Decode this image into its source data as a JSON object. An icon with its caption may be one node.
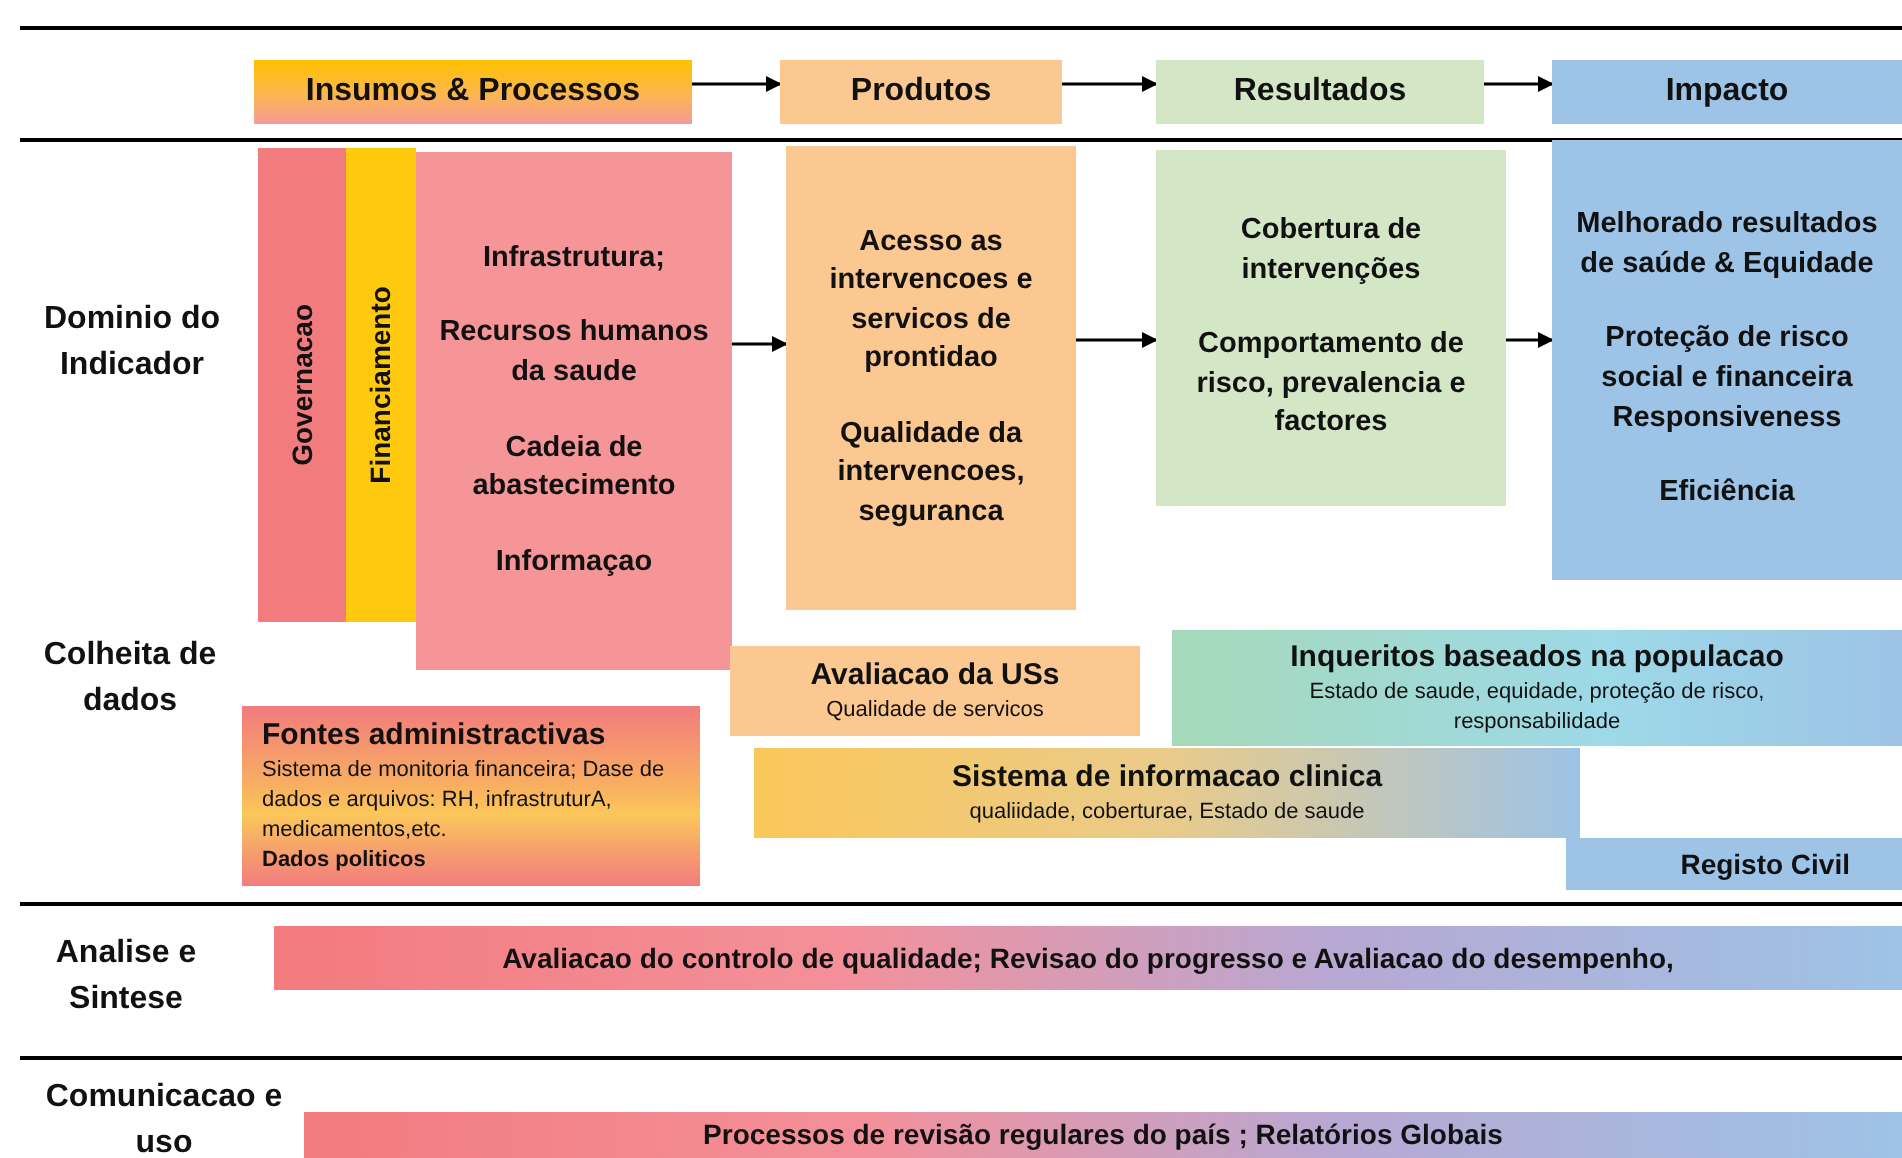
{
  "diagram": {
    "nodes": [
      {
        "text": [
          "Insumos & Processos"
        ]
      },
      {
        "text": [
          "Produtos"
        ]
      },
      {
        "text": [
          "Resultados"
        ]
      },
      {
        "text": [
          "Impacto"
        ]
      },
      {
        "text": [
          "Governacao"
        ]
      },
      {
        "text": [
          "Financiamento"
        ]
      },
      {
        "text": [
          "Infrastrutura;",
          "Recursos humanos da saude",
          "Cadeia de abastecimento",
          "Informaçao"
        ]
      },
      {
        "text": [
          "Acesso as intervencoes e servicos de prontidao",
          "Qualidade da intervencoes, seguranca"
        ]
      },
      {
        "text": [
          "Cobertura de intervenções",
          "Comportamento de risco, prevalencia e factores"
        ]
      },
      {
        "text": [
          "Melhorado resultados de saúde & Equidade",
          "Proteção de risco social e financeira Responsiveness",
          "Eficiência"
        ]
      },
      {
        "text": [
          "Avaliacao da USs",
          "Qualidade de servicos"
        ]
      },
      {
        "text": [
          "Inqueritos  baseados na populacao",
          "Estado de saude, equidade, proteção de risco, responsabilidade"
        ]
      },
      {
        "text": [
          "Fontes administractivas",
          "Sistema de monitoria financeira; Dase de dados e arquivos: RH, infrastruturA, medicamentos,etc.",
          "Dados politicos"
        ]
      },
      {
        "text": [
          "Sistema de informacao clinica",
          "qualiidade, coberturae, Estado de saude"
        ]
      },
      {
        "text": [
          "Registo Civil"
        ]
      },
      {
        "text": [
          "Avaliacao do controlo de qualidade; Revisao do  progresso e Avaliacao do desempenho,"
        ]
      },
      {
        "text": [
          "Processos de revisão regulares do país ; Relatórios Globais"
        ]
      }
    ],
    "edges": [
      {
        "from": 0,
        "to": 1,
        "arrow": "to"
      },
      {
        "from": 1,
        "to": 2,
        "arrow": "to"
      },
      {
        "from": 2,
        "to": 3,
        "arrow": "to"
      },
      {
        "from": 6,
        "to": 7,
        "arrow": "to"
      },
      {
        "from": 7,
        "to": 8,
        "arrow": "to"
      },
      {
        "from": 8,
        "to": 9,
        "arrow": "to"
      }
    ],
    "labels": [
      "Dominio do Indicador",
      "Colheita de dados",
      "Analise e Sintese",
      "Comunicacao e uso"
    ]
  }
}
